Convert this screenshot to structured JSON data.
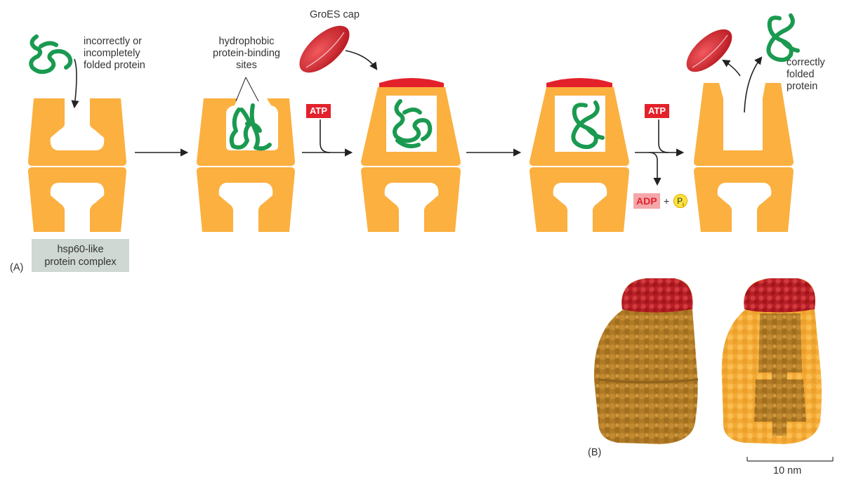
{
  "labels": {
    "misfolded": [
      "incorrectly or",
      "incompletely",
      "folded protein"
    ],
    "hydrophobic": [
      "hydrophobic",
      "protein-binding",
      "sites"
    ],
    "groes_cap": "GroES cap",
    "correctly_folded": [
      "correctly",
      "folded",
      "protein"
    ],
    "complex_box": [
      "hsp60-like",
      "protein complex"
    ],
    "panel_a": "(A)",
    "panel_b": "(B)",
    "atp_1": "ATP",
    "atp_2": "ATP",
    "adp": "ADP",
    "plus": "+",
    "pi_base": "P",
    "pi_sub": "i",
    "scale_bar": "10 nm"
  },
  "colors": {
    "chaperonin": "#fbb040",
    "cap": "#e3212b",
    "protein": "#1a9a50",
    "arrow": "#222222",
    "box": "#cfd8d3",
    "model_dark": "#b9822a",
    "model_light": "#f6b23e",
    "model_cap": "#c2272d"
  }
}
